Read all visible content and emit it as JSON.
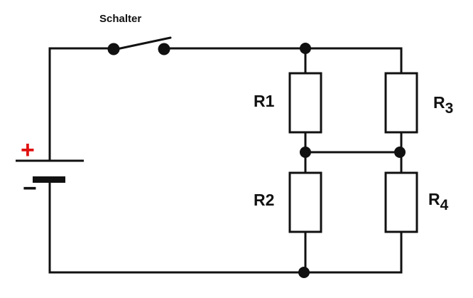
{
  "switch": {
    "label": "Schalter"
  },
  "resistors": {
    "r1": {
      "label": "R1"
    },
    "r2": {
      "label": "R2"
    },
    "r3": {
      "letter": "R",
      "index": "3"
    },
    "r4": {
      "letter": "R",
      "index": "4"
    }
  },
  "battery": {
    "plus": "+",
    "minus": "−"
  },
  "colors": {
    "wire": "#111111",
    "plus_sign": "#e01010",
    "background": "#ffffff"
  }
}
